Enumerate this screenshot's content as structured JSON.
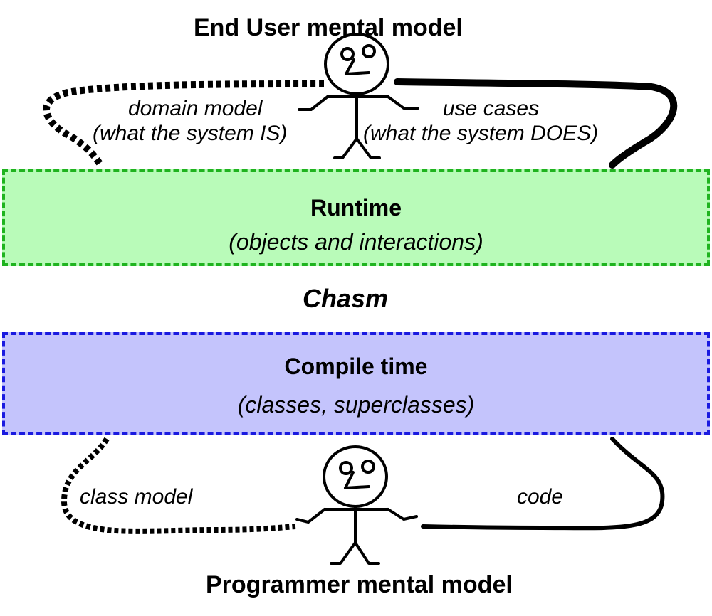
{
  "top_title": "End User mental model",
  "bottom_title": "Programmer mental model",
  "chasm_label": "Chasm",
  "runtime": {
    "title": "Runtime",
    "subtitle": "(objects and  interactions)",
    "fill_color": "#b9fbb9",
    "border_color": "#1fb31f"
  },
  "compile_time": {
    "title": "Compile time",
    "subtitle": "(classes, superclasses)",
    "fill_color": "#c4c4fc",
    "border_color": "#1a1ae0"
  },
  "end_user_links": {
    "left_line1": "domain model",
    "left_line2": "(what the system IS)",
    "right_line1": "use cases",
    "right_line2": "(what the system DOES)"
  },
  "programmer_links": {
    "left": "class model",
    "right": "code"
  }
}
